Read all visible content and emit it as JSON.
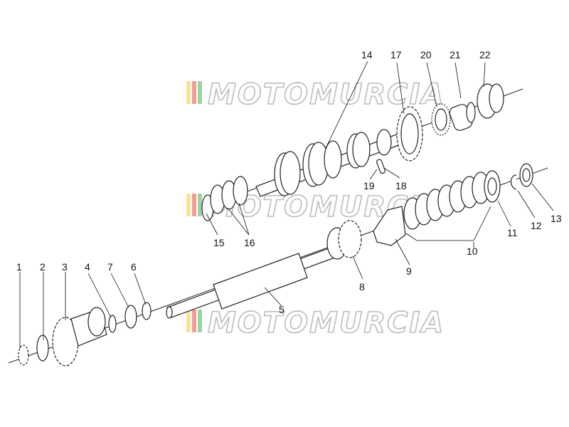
{
  "watermark": {
    "text": "MOTOMURCIA",
    "colors": [
      "#f2c94c",
      "#e74c3c",
      "#4caf50"
    ]
  },
  "callouts": {
    "c1": "1",
    "c2": "2",
    "c3": "3",
    "c4": "4",
    "c5": "5",
    "c6": "6",
    "c7": "7",
    "c8": "8",
    "c9": "9",
    "c10": "10",
    "c11": "11",
    "c12": "12",
    "c13": "13",
    "c14": "14",
    "c15": "15",
    "c16": "16",
    "c17": "17",
    "c18": "18",
    "c19": "19",
    "c20": "20",
    "c21": "21",
    "c22": "22"
  }
}
